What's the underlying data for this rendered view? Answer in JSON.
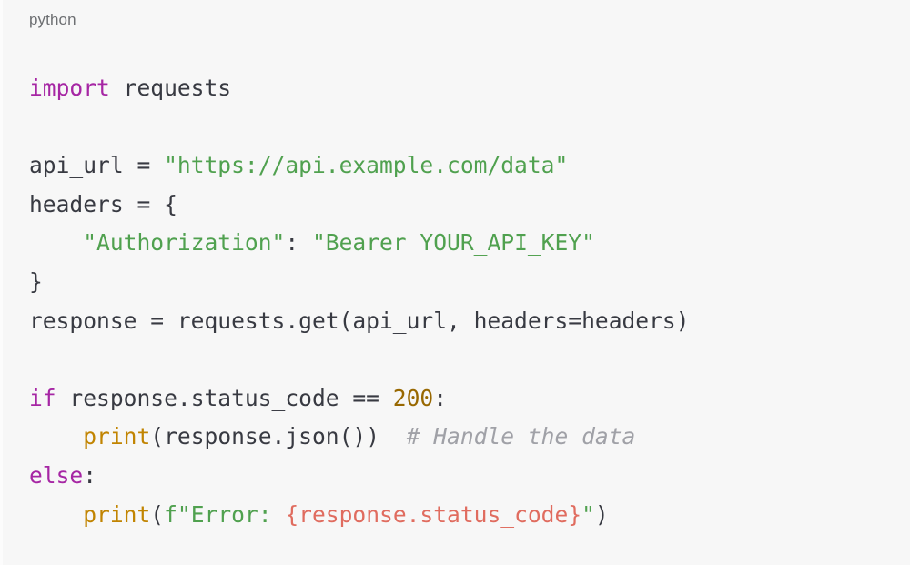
{
  "code_block": {
    "language_label": "python",
    "background_color": "#f7f7f7",
    "default_text_color": "#383a42",
    "token_colors": {
      "keyword": "#a626a4",
      "string": "#50a14f",
      "number": "#986801",
      "builtin": "#c18401",
      "comment": "#a0a1a7",
      "interpolation": "#e06c5f",
      "plain": "#383a42"
    },
    "lines": [
      {
        "index": 1,
        "text": "import requests",
        "tokens": [
          {
            "t": "import",
            "c": "keyword"
          },
          {
            "t": " requests",
            "c": "plain"
          }
        ]
      },
      {
        "index": 2,
        "text": "",
        "tokens": []
      },
      {
        "index": 3,
        "text": "api_url = \"https://api.example.com/data\"",
        "tokens": [
          {
            "t": "api_url = ",
            "c": "plain"
          },
          {
            "t": "\"https://api.example.com/data\"",
            "c": "string"
          }
        ]
      },
      {
        "index": 4,
        "text": "headers = {",
        "tokens": [
          {
            "t": "headers = {",
            "c": "plain"
          }
        ]
      },
      {
        "index": 5,
        "text": "    \"Authorization\": \"Bearer YOUR_API_KEY\"",
        "tokens": [
          {
            "t": "    ",
            "c": "plain"
          },
          {
            "t": "\"Authorization\"",
            "c": "string"
          },
          {
            "t": ": ",
            "c": "plain"
          },
          {
            "t": "\"Bearer YOUR_API_KEY\"",
            "c": "string"
          }
        ]
      },
      {
        "index": 6,
        "text": "}",
        "tokens": [
          {
            "t": "}",
            "c": "plain"
          }
        ]
      },
      {
        "index": 7,
        "text": "response = requests.get(api_url, headers=headers)",
        "tokens": [
          {
            "t": "response = requests.get(api_url, headers=headers)",
            "c": "plain"
          }
        ]
      },
      {
        "index": 8,
        "text": "",
        "tokens": []
      },
      {
        "index": 9,
        "text": "if response.status_code == 200:",
        "tokens": [
          {
            "t": "if",
            "c": "keyword"
          },
          {
            "t": " response.status_code == ",
            "c": "plain"
          },
          {
            "t": "200",
            "c": "number"
          },
          {
            "t": ":",
            "c": "plain"
          }
        ]
      },
      {
        "index": 10,
        "text": "    print(response.json())  # Handle the data",
        "tokens": [
          {
            "t": "    ",
            "c": "plain"
          },
          {
            "t": "print",
            "c": "builtin"
          },
          {
            "t": "(response.json())  ",
            "c": "plain"
          },
          {
            "t": "# Handle the data",
            "c": "comment"
          }
        ]
      },
      {
        "index": 11,
        "text": "else:",
        "tokens": [
          {
            "t": "else",
            "c": "keyword"
          },
          {
            "t": ":",
            "c": "plain"
          }
        ]
      },
      {
        "index": 12,
        "text": "    print(f\"Error: {response.status_code}\")",
        "tokens": [
          {
            "t": "    ",
            "c": "plain"
          },
          {
            "t": "print",
            "c": "builtin"
          },
          {
            "t": "(",
            "c": "plain"
          },
          {
            "t": "f\"Error: ",
            "c": "string"
          },
          {
            "t": "{response.status_code}",
            "c": "interpolation"
          },
          {
            "t": "\"",
            "c": "string"
          },
          {
            "t": ")",
            "c": "plain"
          }
        ]
      }
    ]
  }
}
